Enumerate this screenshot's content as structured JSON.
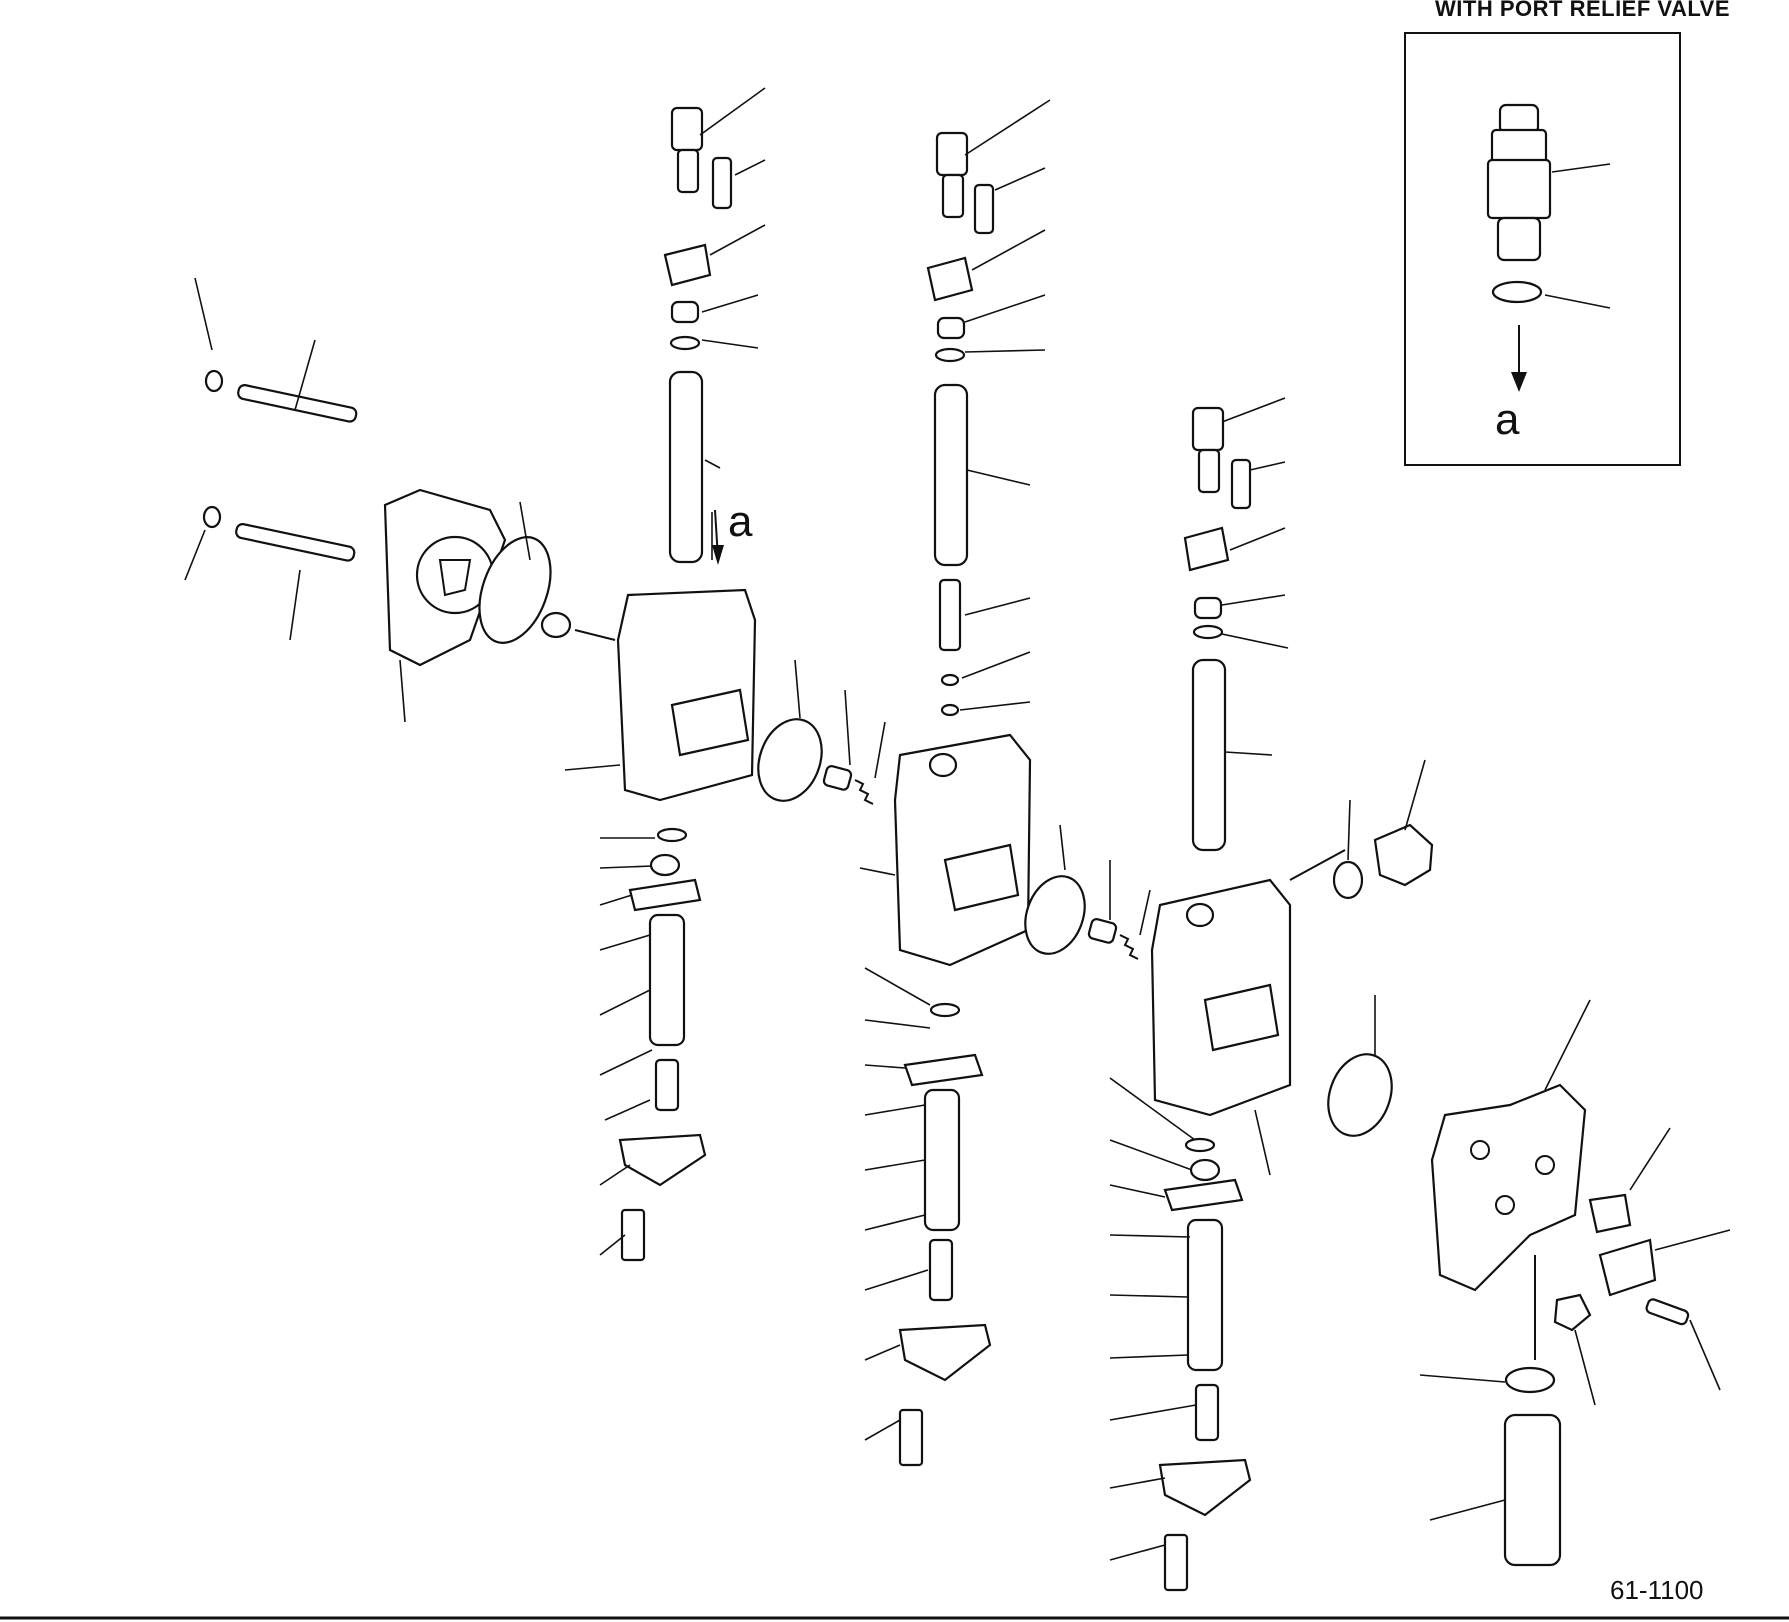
{
  "inset": {
    "title": "WITH PORT RELIEF VALVE",
    "view_letter": "a"
  },
  "main": {
    "view_letter": "a"
  },
  "page_code": "61-1100"
}
